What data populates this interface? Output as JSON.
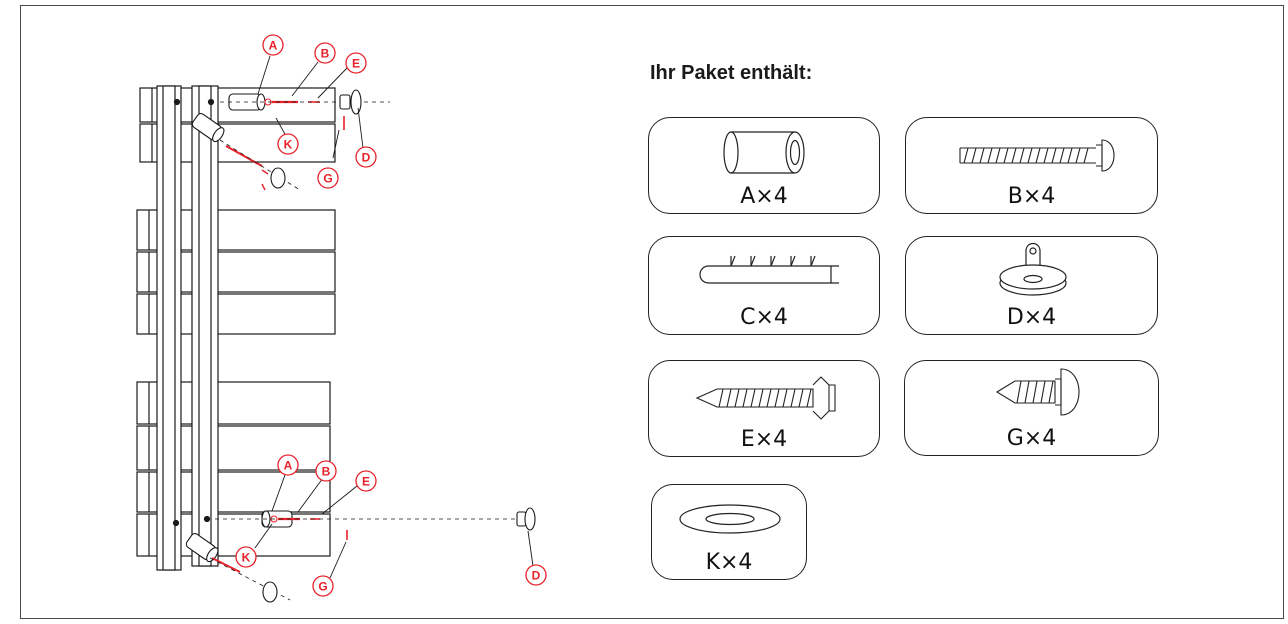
{
  "heading": "Ihr Paket enthält:",
  "parts": [
    {
      "label": "A×4",
      "icon": "spacer-tube-icon"
    },
    {
      "label": "B×4",
      "icon": "long-screw-icon"
    },
    {
      "label": "C×4",
      "icon": "wall-plug-icon"
    },
    {
      "label": "D×4",
      "icon": "mounting-cap-icon"
    },
    {
      "label": "E×4",
      "icon": "wood-screw-icon"
    },
    {
      "label": "G×4",
      "icon": "set-screw-icon"
    },
    {
      "label": "K×4",
      "icon": "washer-icon"
    }
  ],
  "callouts": {
    "top": [
      "A",
      "B",
      "E",
      "K",
      "G",
      "D"
    ],
    "bottom": [
      "A",
      "B",
      "E",
      "K",
      "G",
      "D"
    ]
  },
  "colors": {
    "callout": "#e8222a",
    "line": "#1a1a1a"
  }
}
